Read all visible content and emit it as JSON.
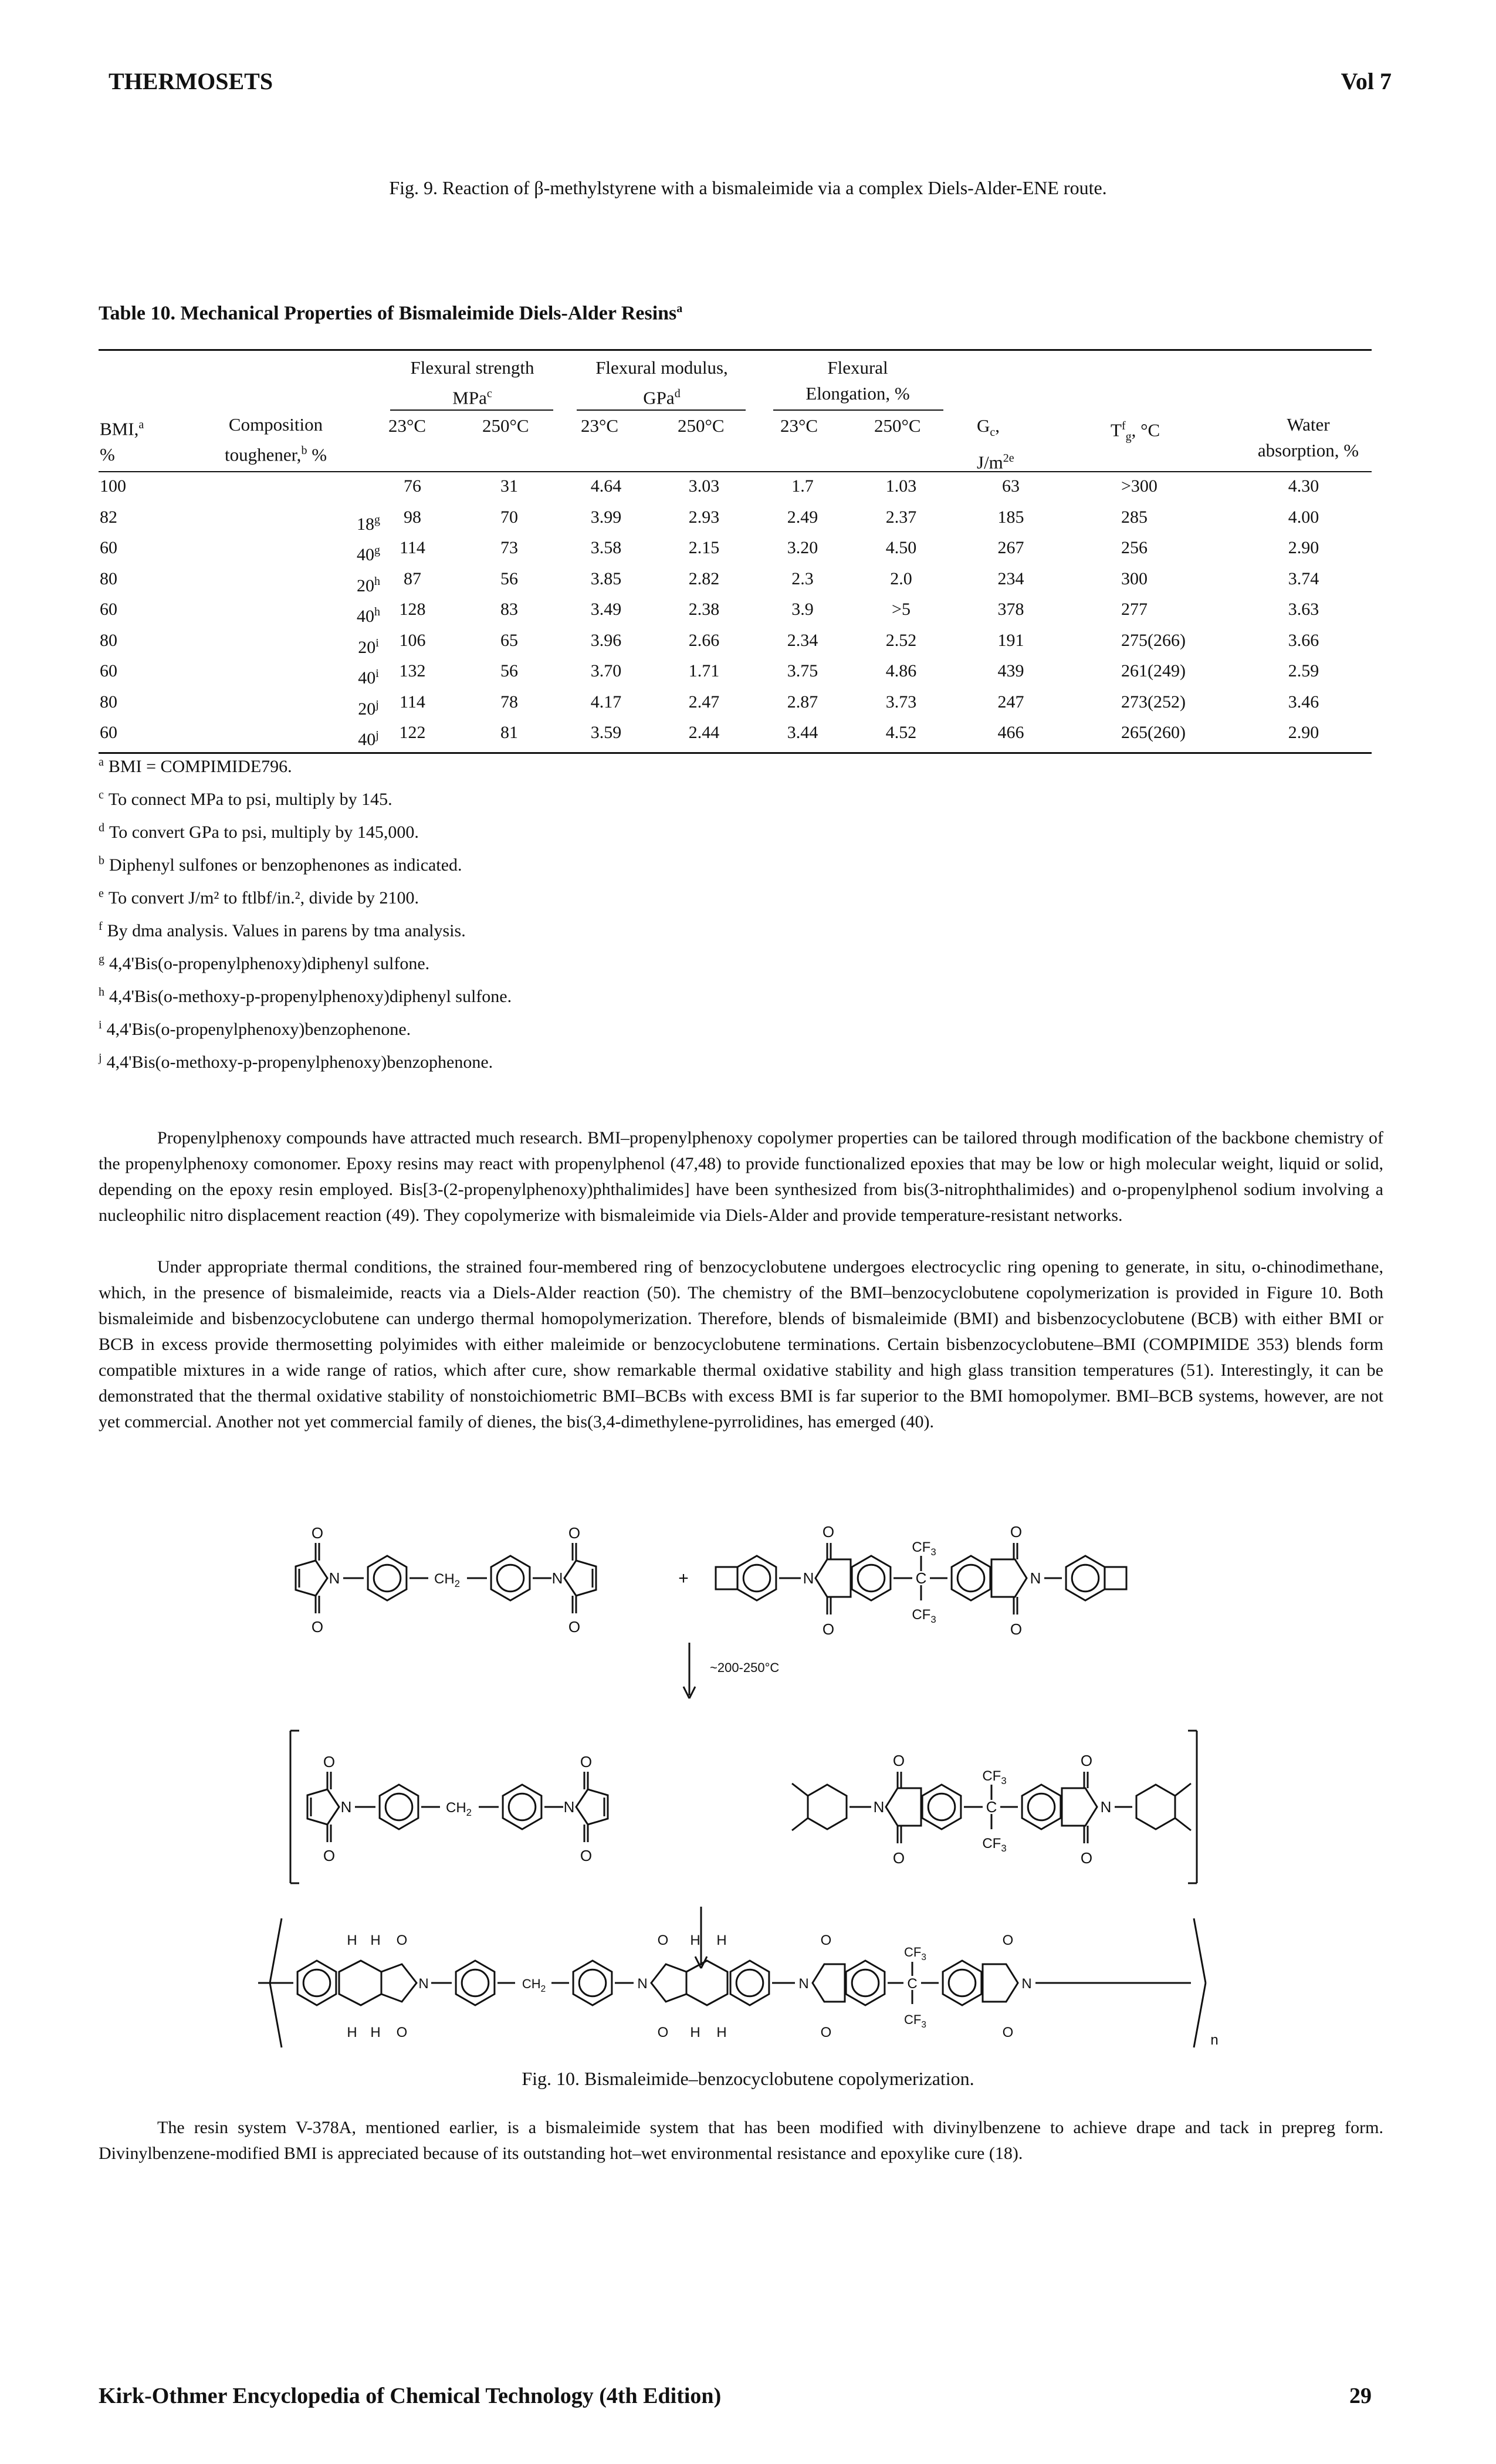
{
  "header": {
    "left": "THERMOSETS",
    "right": "Vol 7"
  },
  "fig9_caption": "Fig. 9. Reaction of β-methylstyrene with a bismaleimide via a complex Diels-Alder-ENE route.",
  "table": {
    "title": "Table 10. Mechanical Properties of Bismaleimide Diels-Alder Resins",
    "title_sup": "a",
    "group_headers": {
      "flex_strength": "Flexural strength",
      "flex_strength_unit": "MPa",
      "flex_strength_sup": "c",
      "flex_modulus": "Flexural modulus,",
      "flex_modulus_unit": "GPa",
      "flex_modulus_sup": "d",
      "flex_elong": "Flexural",
      "flex_elong_unit": "Elongation, %"
    },
    "col_headers": {
      "bmi": "BMI,",
      "bmi_sup": "a",
      "bmi_unit": "%",
      "comp": "Composition",
      "comp_unit": "toughener,",
      "comp_sup": "b",
      "comp_pct": "%",
      "t23a": "23°C",
      "t250a": "250°C",
      "t23b": "23°C",
      "t250b": "250°C",
      "t23c": "23°C",
      "t250c": "250°C",
      "gc": "G",
      "gc_sub": "c",
      "gc_unit": "J/m",
      "gc_unit_sup": "2e",
      "tg": "T",
      "tg_sup": "f",
      "tg_sub": "g",
      "tg_unit": ", °C",
      "water": "Water",
      "water_unit": "absorption, %"
    },
    "rows": [
      {
        "bmi": "100",
        "comp": "",
        "comp_sup": "",
        "fs23": "76",
        "fs250": "31",
        "fm23": "4.64",
        "fm250": "3.03",
        "fe23": "1.7",
        "fe250": "1.03",
        "gc": "63",
        "tg": ">300",
        "water": "4.30"
      },
      {
        "bmi": "82",
        "comp": "18",
        "comp_sup": "g",
        "fs23": "98",
        "fs250": "70",
        "fm23": "3.99",
        "fm250": "2.93",
        "fe23": "2.49",
        "fe250": "2.37",
        "gc": "185",
        "tg": "285",
        "water": "4.00"
      },
      {
        "bmi": "60",
        "comp": "40",
        "comp_sup": "g",
        "fs23": "114",
        "fs250": "73",
        "fm23": "3.58",
        "fm250": "2.15",
        "fe23": "3.20",
        "fe250": "4.50",
        "gc": "267",
        "tg": "256",
        "water": "2.90"
      },
      {
        "bmi": "80",
        "comp": "20",
        "comp_sup": "h",
        "fs23": "87",
        "fs250": "56",
        "fm23": "3.85",
        "fm250": "2.82",
        "fe23": "2.3",
        "fe250": "2.0",
        "gc": "234",
        "tg": "300",
        "water": "3.74"
      },
      {
        "bmi": "60",
        "comp": "40",
        "comp_sup": "h",
        "fs23": "128",
        "fs250": "83",
        "fm23": "3.49",
        "fm250": "2.38",
        "fe23": "3.9",
        "fe250": ">5",
        "gc": "378",
        "tg": "277",
        "water": "3.63"
      },
      {
        "bmi": "80",
        "comp": "20",
        "comp_sup": "i",
        "fs23": "106",
        "fs250": "65",
        "fm23": "3.96",
        "fm250": "2.66",
        "fe23": "2.34",
        "fe250": "2.52",
        "gc": "191",
        "tg": "275(266)",
        "water": "3.66"
      },
      {
        "bmi": "60",
        "comp": "40",
        "comp_sup": "i",
        "fs23": "132",
        "fs250": "56",
        "fm23": "3.70",
        "fm250": "1.71",
        "fe23": "3.75",
        "fe250": "4.86",
        "gc": "439",
        "tg": "261(249)",
        "water": "2.59"
      },
      {
        "bmi": "80",
        "comp": "20",
        "comp_sup": "j",
        "fs23": "114",
        "fs250": "78",
        "fm23": "4.17",
        "fm250": "2.47",
        "fe23": "2.87",
        "fe250": "3.73",
        "gc": "247",
        "tg": "273(252)",
        "water": "3.46"
      },
      {
        "bmi": "60",
        "comp": "40",
        "comp_sup": "j",
        "fs23": "122",
        "fs250": "81",
        "fm23": "3.59",
        "fm250": "2.44",
        "fe23": "3.44",
        "fe250": "4.52",
        "gc": "466",
        "tg": "265(260)",
        "water": "2.90"
      }
    ]
  },
  "footnotes": [
    {
      "mark": "a",
      "text": "BMI = COMPIMIDE796."
    },
    {
      "mark": "c",
      "text": "To connect MPa to psi, multiply by 145."
    },
    {
      "mark": "d",
      "text": "To convert GPa to psi, multiply by 145,000."
    },
    {
      "mark": "b",
      "text": "Diphenyl sulfones or benzophenones as indicated."
    },
    {
      "mark": "e",
      "text": "To convert J/m² to ftlbf/in.², divide by 2100."
    },
    {
      "mark": "f",
      "text": "By dma analysis. Values in parens by tma analysis."
    },
    {
      "mark": "g",
      "text": "4,4'Bis(o-propenylphenoxy)diphenyl sulfone."
    },
    {
      "mark": "h",
      "text": "4,4'Bis(o-methoxy-p-propenylphenoxy)diphenyl sulfone."
    },
    {
      "mark": "i",
      "text": "4,4'Bis(o-propenylphenoxy)benzophenone."
    },
    {
      "mark": "j",
      "text": "4,4'Bis(o-methoxy-p-propenylphenoxy)benzophenone."
    }
  ],
  "paragraphs": [
    "Propenylphenoxy compounds have attracted much research. BMI–propenylphenoxy copolymer properties can be tailored through modification of the backbone chemistry of the propenylphenoxy comonomer. Epoxy resins may react with propenylphenol (47,48) to provide functionalized epoxies that may be low or high molecular weight, liquid or solid, depending on the epoxy resin employed. Bis[3-(2-propenylphenoxy)phthalimides] have been synthesized from bis(3-nitrophthalimides) and o-propenylphenol sodium involving a nucleophilic nitro displacement reaction (49). They copolymerize with bismaleimide via Diels-Alder and provide temperature-resistant networks.",
    "Under appropriate thermal conditions, the strained four-membered ring of benzocyclobutene undergoes electrocyclic ring opening to generate, in situ, o-chinodimethane, which, in the presence of bismaleimide, reacts via a Diels-Alder reaction (50). The chemistry of the BMI–benzocyclobutene copolymerization is provided in Figure 10. Both bismaleimide and bisbenzocyclobutene can undergo thermal homopolymerization. Therefore, blends of bismaleimide (BMI) and bisbenzocyclobutene (BCB) with either BMI or BCB in excess provide thermosetting polyimides with either maleimide or benzocyclobutene terminations. Certain bisbenzocyclobutene–BMI (COMPIMIDE 353) blends form compatible mixtures in a wide range of ratios, which after cure, show remarkable thermal oxidative stability and high glass transition temperatures (51). Interestingly, it can be demonstrated that the thermal oxidative stability of nonstoichiometric BMI–BCBs with excess BMI is far superior to the BMI homopolymer. BMI–BCB systems, however, are not yet commercial. Another not yet commercial family of dienes, the bis(3,4-dimethylene-pyrrolidines, has emerged (40).",
    "The resin system V-378A, mentioned earlier, is a bismaleimide system that has been modified with divinylbenzene to achieve drape and tack in prepreg form. Divinylbenzene-modified BMI is appreciated because of its outstanding hot–wet environmental resistance and epoxylike cure (18)."
  ],
  "figure10": {
    "caption": "Fig. 10. Bismaleimide–benzocyclobutene copolymerization.",
    "conditions": "~200-250°C",
    "atoms": {
      "O": "O",
      "N": "N",
      "C": "C",
      "H": "H",
      "CF3": "CF",
      "CF3_sub": "3",
      "CH2": "CH",
      "CH2_sub": "2",
      "plus": "+",
      "n": "n"
    }
  },
  "footer": {
    "left": "Kirk-Othmer Encyclopedia of Chemical Technology (4th Edition)",
    "right": "29"
  }
}
